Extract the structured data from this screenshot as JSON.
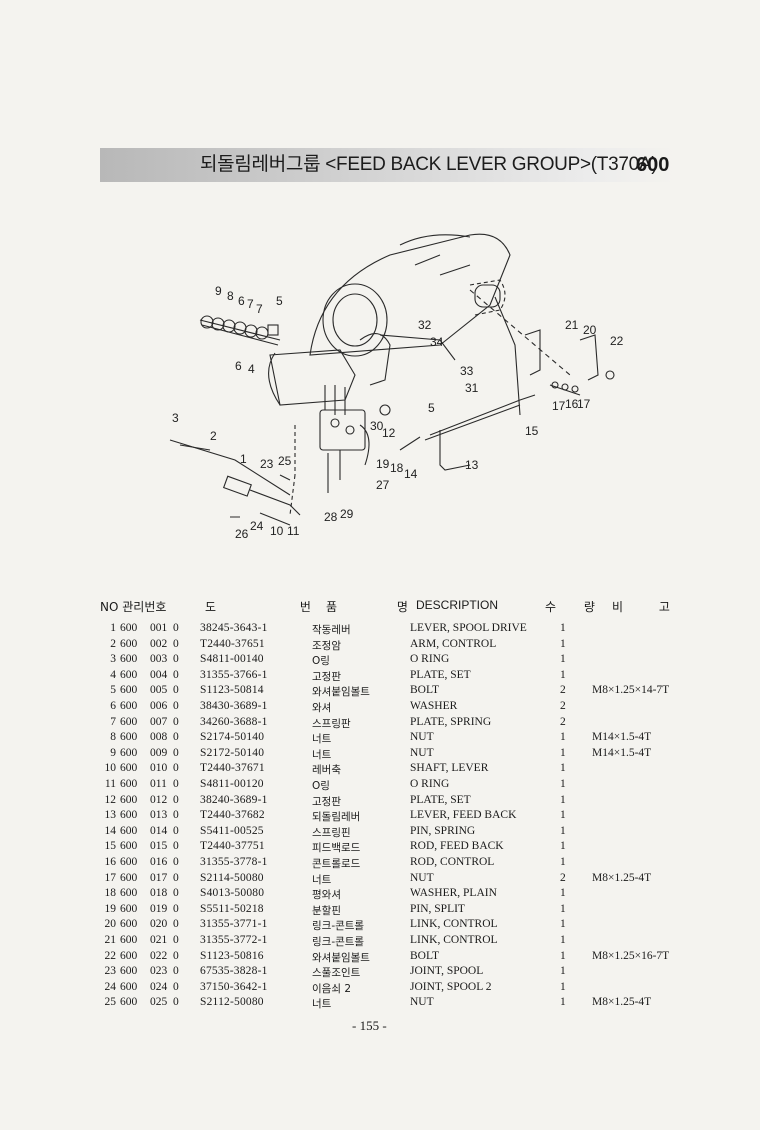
{
  "header": {
    "title": "되돌림레버그룹 <FEED BACK LEVER GROUP>(T370A)",
    "group_number": "600"
  },
  "diagram": {
    "callouts": [
      "9",
      "8",
      "6",
      "7",
      "7",
      "5",
      "6",
      "4",
      "32",
      "34",
      "21",
      "20",
      "22",
      "33",
      "31",
      "5",
      "17",
      "16",
      "17",
      "3",
      "2",
      "15",
      "30",
      "12",
      "19",
      "18",
      "14",
      "13",
      "1",
      "23",
      "25",
      "27",
      "28",
      "29",
      "26",
      "24",
      "10",
      "11"
    ]
  },
  "table": {
    "columns": {
      "no": "NO",
      "mgmt_no": "관리번호",
      "part_no": "도 번",
      "name": "품 명",
      "description": "DESCRIPTION",
      "qty": "수 량",
      "remarks": "비 고"
    },
    "rows": [
      {
        "no": "1",
        "grp": "600",
        "sub": "001",
        "seq": "0",
        "part": "38245-3643-1",
        "name": "작동레버",
        "desc": "LEVER, SPOOL DRIVE",
        "qty": "1",
        "rem": ""
      },
      {
        "no": "2",
        "grp": "600",
        "sub": "002",
        "seq": "0",
        "part": "T2440-37651",
        "name": "조정암",
        "desc": "ARM, CONTROL",
        "qty": "1",
        "rem": ""
      },
      {
        "no": "3",
        "grp": "600",
        "sub": "003",
        "seq": "0",
        "part": "S4811-00140",
        "name": "O링",
        "desc": "O RING",
        "qty": "1",
        "rem": ""
      },
      {
        "no": "4",
        "grp": "600",
        "sub": "004",
        "seq": "0",
        "part": "31355-3766-1",
        "name": "고정판",
        "desc": "PLATE, SET",
        "qty": "1",
        "rem": ""
      },
      {
        "no": "5",
        "grp": "600",
        "sub": "005",
        "seq": "0",
        "part": "S1123-50814",
        "name": "와셔붙임볼트",
        "desc": "BOLT",
        "qty": "2",
        "rem": "M8×1.25×14-7T"
      },
      {
        "no": "6",
        "grp": "600",
        "sub": "006",
        "seq": "0",
        "part": "38430-3689-1",
        "name": "와셔",
        "desc": "WASHER",
        "qty": "2",
        "rem": ""
      },
      {
        "no": "7",
        "grp": "600",
        "sub": "007",
        "seq": "0",
        "part": "34260-3688-1",
        "name": "스프링판",
        "desc": "PLATE, SPRING",
        "qty": "2",
        "rem": ""
      },
      {
        "no": "8",
        "grp": "600",
        "sub": "008",
        "seq": "0",
        "part": "S2174-50140",
        "name": "너트",
        "desc": "NUT",
        "qty": "1",
        "rem": "M14×1.5-4T"
      },
      {
        "no": "9",
        "grp": "600",
        "sub": "009",
        "seq": "0",
        "part": "S2172-50140",
        "name": "너트",
        "desc": "NUT",
        "qty": "1",
        "rem": "M14×1.5-4T"
      },
      {
        "no": "10",
        "grp": "600",
        "sub": "010",
        "seq": "0",
        "part": "T2440-37671",
        "name": "레버축",
        "desc": "SHAFT, LEVER",
        "qty": "1",
        "rem": ""
      },
      {
        "no": "11",
        "grp": "600",
        "sub": "011",
        "seq": "0",
        "part": "S4811-00120",
        "name": "O링",
        "desc": "O RING",
        "qty": "1",
        "rem": ""
      },
      {
        "no": "12",
        "grp": "600",
        "sub": "012",
        "seq": "0",
        "part": "38240-3689-1",
        "name": "고정판",
        "desc": "PLATE, SET",
        "qty": "1",
        "rem": ""
      },
      {
        "no": "13",
        "grp": "600",
        "sub": "013",
        "seq": "0",
        "part": "T2440-37682",
        "name": "되돌림레버",
        "desc": "LEVER, FEED BACK",
        "qty": "1",
        "rem": ""
      },
      {
        "no": "14",
        "grp": "600",
        "sub": "014",
        "seq": "0",
        "part": "S5411-00525",
        "name": "스프링핀",
        "desc": "PIN, SPRING",
        "qty": "1",
        "rem": ""
      },
      {
        "no": "15",
        "grp": "600",
        "sub": "015",
        "seq": "0",
        "part": "T2440-37751",
        "name": "피드백로드",
        "desc": "ROD, FEED BACK",
        "qty": "1",
        "rem": ""
      },
      {
        "no": "16",
        "grp": "600",
        "sub": "016",
        "seq": "0",
        "part": "31355-3778-1",
        "name": "콘트롤로드",
        "desc": "ROD, CONTROL",
        "qty": "1",
        "rem": ""
      },
      {
        "no": "17",
        "grp": "600",
        "sub": "017",
        "seq": "0",
        "part": "S2114-50080",
        "name": "너트",
        "desc": "NUT",
        "qty": "2",
        "rem": "M8×1.25-4T"
      },
      {
        "no": "18",
        "grp": "600",
        "sub": "018",
        "seq": "0",
        "part": "S4013-50080",
        "name": "평와셔",
        "desc": "WASHER, PLAIN",
        "qty": "1",
        "rem": ""
      },
      {
        "no": "19",
        "grp": "600",
        "sub": "019",
        "seq": "0",
        "part": "S5511-50218",
        "name": "분할핀",
        "desc": "PIN, SPLIT",
        "qty": "1",
        "rem": ""
      },
      {
        "no": "20",
        "grp": "600",
        "sub": "020",
        "seq": "0",
        "part": "31355-3771-1",
        "name": "링크-콘트롤",
        "desc": "LINK, CONTROL",
        "qty": "1",
        "rem": ""
      },
      {
        "no": "21",
        "grp": "600",
        "sub": "021",
        "seq": "0",
        "part": "31355-3772-1",
        "name": "링크-콘트롤",
        "desc": "LINK, CONTROL",
        "qty": "1",
        "rem": ""
      },
      {
        "no": "22",
        "grp": "600",
        "sub": "022",
        "seq": "0",
        "part": "S1123-50816",
        "name": "와셔붙임볼트",
        "desc": "BOLT",
        "qty": "1",
        "rem": "M8×1.25×16-7T"
      },
      {
        "no": "23",
        "grp": "600",
        "sub": "023",
        "seq": "0",
        "part": "67535-3828-1",
        "name": "스풀조인트",
        "desc": "JOINT, SPOOL",
        "qty": "1",
        "rem": ""
      },
      {
        "no": "24",
        "grp": "600",
        "sub": "024",
        "seq": "0",
        "part": "37150-3642-1",
        "name": "이음쇠 2",
        "desc": "JOINT, SPOOL 2",
        "qty": "1",
        "rem": ""
      },
      {
        "no": "25",
        "grp": "600",
        "sub": "025",
        "seq": "0",
        "part": "S2112-50080",
        "name": "너트",
        "desc": "NUT",
        "qty": "1",
        "rem": "M8×1.25-4T"
      }
    ]
  },
  "footer": {
    "page": "- 155 -"
  }
}
